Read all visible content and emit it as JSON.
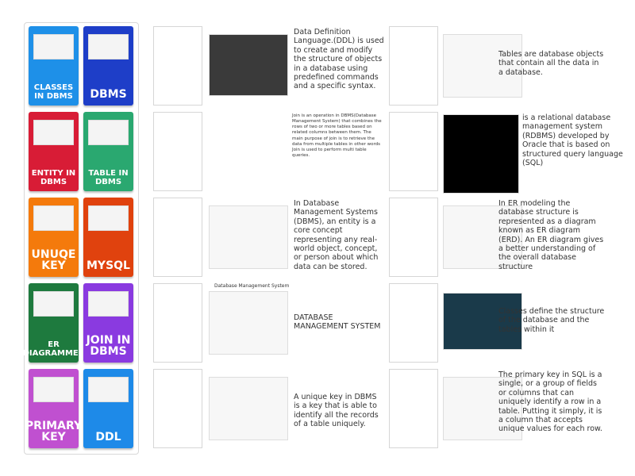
{
  "tiles": [
    {
      "label": "CLASSES IN DBMS",
      "color": "#1e90e8"
    },
    {
      "label": "DBMS",
      "color": "#1e3ec8"
    },
    {
      "label": "ENTITY IN DBMS",
      "color": "#d81c36"
    },
    {
      "label": "TABLE IN DBMS",
      "color": "#2aa870"
    },
    {
      "label": "UNUQE KEY",
      "color": "#f47a0c"
    },
    {
      "label": "MYSQL",
      "color": "#e0420e"
    },
    {
      "label": "ER DIAGRAMMER",
      "color": "#1e7a3e"
    },
    {
      "label": "JOIN IN DBMS",
      "color": "#8a3ae0"
    },
    {
      "label": "PRIMARY KEY",
      "color": "#c050d0"
    },
    {
      "label": "DDL",
      "color": "#1e8ae8"
    }
  ],
  "left_items": [
    {
      "text": "Data Definition Language.(DDL) is used to create and modify the structure of objects in a database using predefined commands and a specific syntax."
    },
    {
      "text": "Join is an operation in DBMS(Database Management System) that combines the rows of two or more tables based on related columns between them. The main purpose of join is to retrieve the data from multiple tables in other words Join is used to perform multi table queries."
    },
    {
      "text": "In Database Management Systems (DBMS), an entity is a core concept representing any real-world object, concept, or person about which data can be stored."
    },
    {
      "text": "DATABASE MANAGEMENT SYSTEM",
      "image_title": "Database Management System"
    },
    {
      "text": "A unique key in DBMS is a key that is able to identify all the records of a table uniquely."
    }
  ],
  "right_items": [
    {
      "text": "Tables are database objects that contain all the data in a database."
    },
    {
      "text": "is a relational database management system (RDBMS) developed by Oracle that is based on structured query language (SQL)"
    },
    {
      "text": "In ER modeling the database structure is represented as a diagram known as ER diagram (ERD). An ER diagram gives a better understanding of the overall database structure"
    },
    {
      "text": "Classes define the structure of the database and the tables within it"
    },
    {
      "text": "The primary key in SQL is a single, or a group of fields or columns that can uniquely identify a row in a table. Putting it simply, it is a column that accepts unique values for each row."
    }
  ]
}
